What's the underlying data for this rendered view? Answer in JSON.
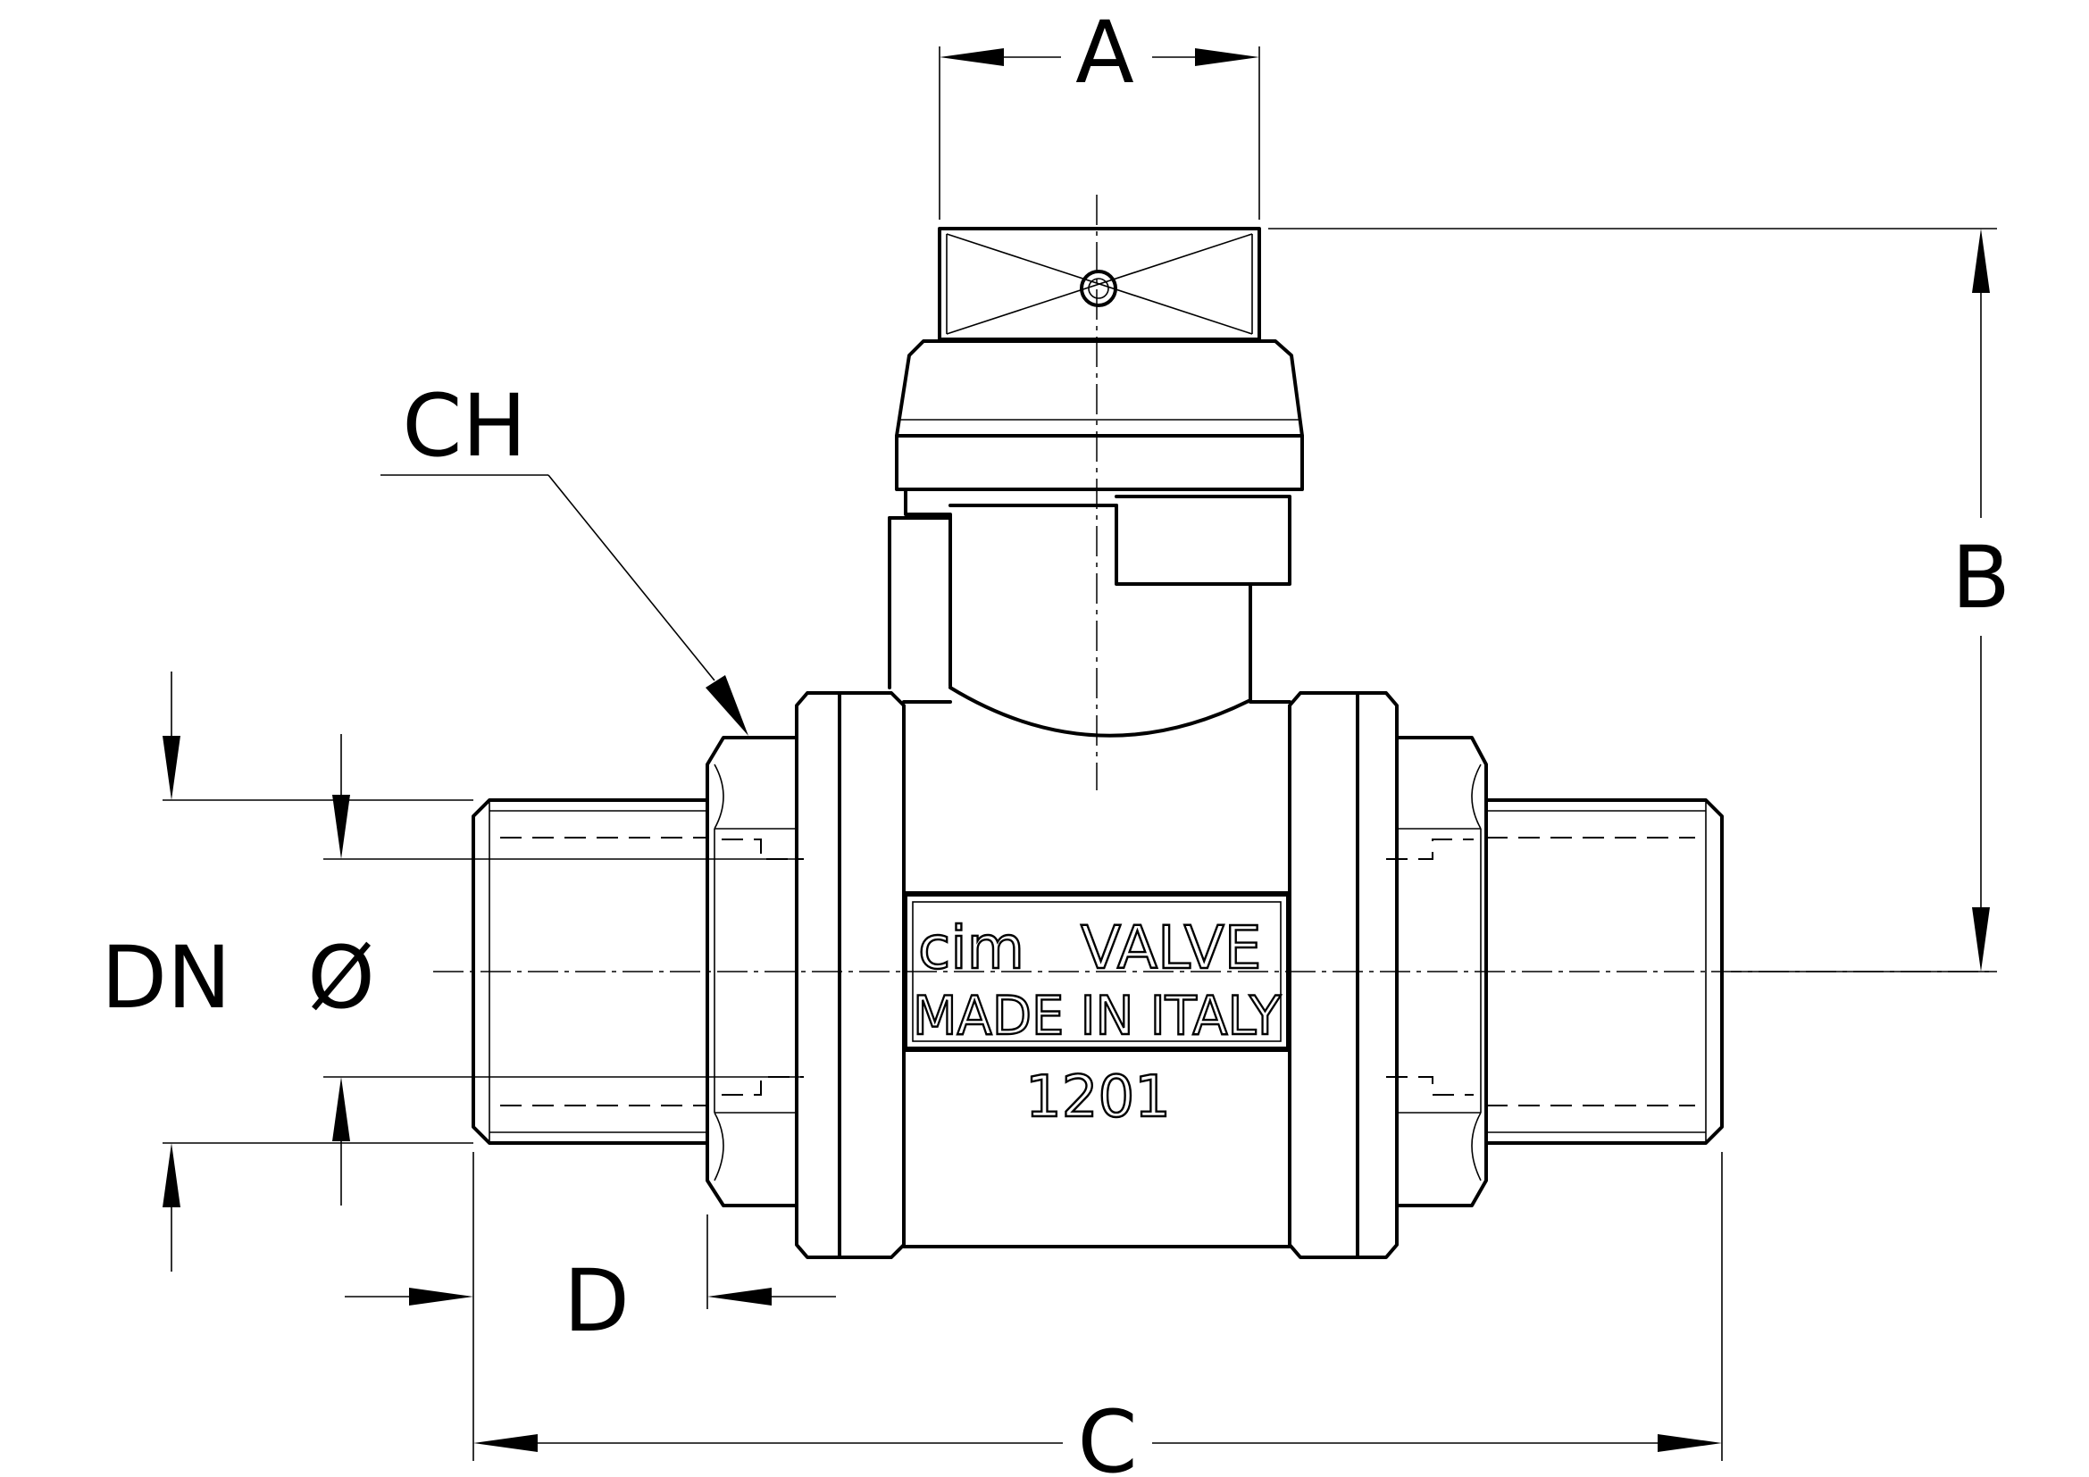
{
  "dimensions": {
    "a": "A",
    "b": "B",
    "c": "C",
    "d": "D",
    "ch": "CH",
    "dn": "DN",
    "dia": "Ø"
  },
  "marking": {
    "brand": "cim",
    "brand_suffix": "VALVE",
    "origin": "MADE IN ITALY",
    "model": "1201"
  }
}
